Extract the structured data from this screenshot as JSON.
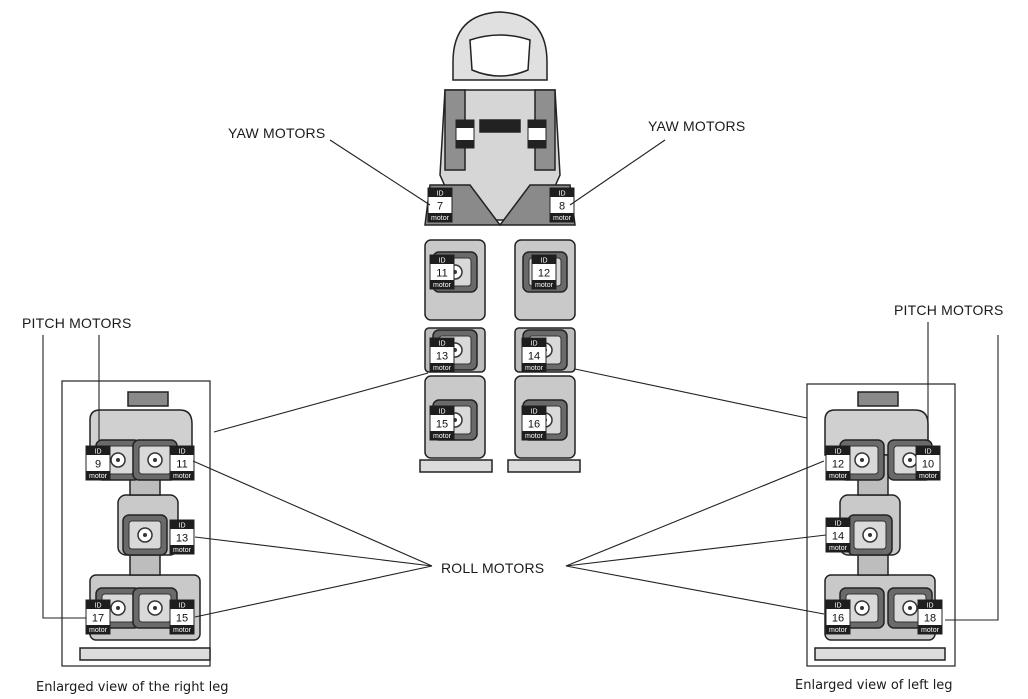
{
  "labels": {
    "yaw_left": "YAW   MOTORS",
    "yaw_right": "YAW   MOTORS",
    "pitch_left": "PITCH    MOTORS",
    "pitch_right": "PITCH    MOTORS",
    "roll": "ROLL   MOTORS"
  },
  "captions": {
    "right_leg": "Enlarged view of the right leg",
    "left_leg": "Enlarged view of left leg"
  },
  "tag_text": {
    "top": "ID",
    "bottom": "motor"
  },
  "main_motor_ids": [
    "7",
    "8",
    "11",
    "12",
    "13",
    "14",
    "15",
    "16"
  ],
  "right_leg_ids": [
    "9",
    "11",
    "13",
    "17",
    "15"
  ],
  "left_leg_ids": [
    "12",
    "10",
    "14",
    "16",
    "18"
  ]
}
